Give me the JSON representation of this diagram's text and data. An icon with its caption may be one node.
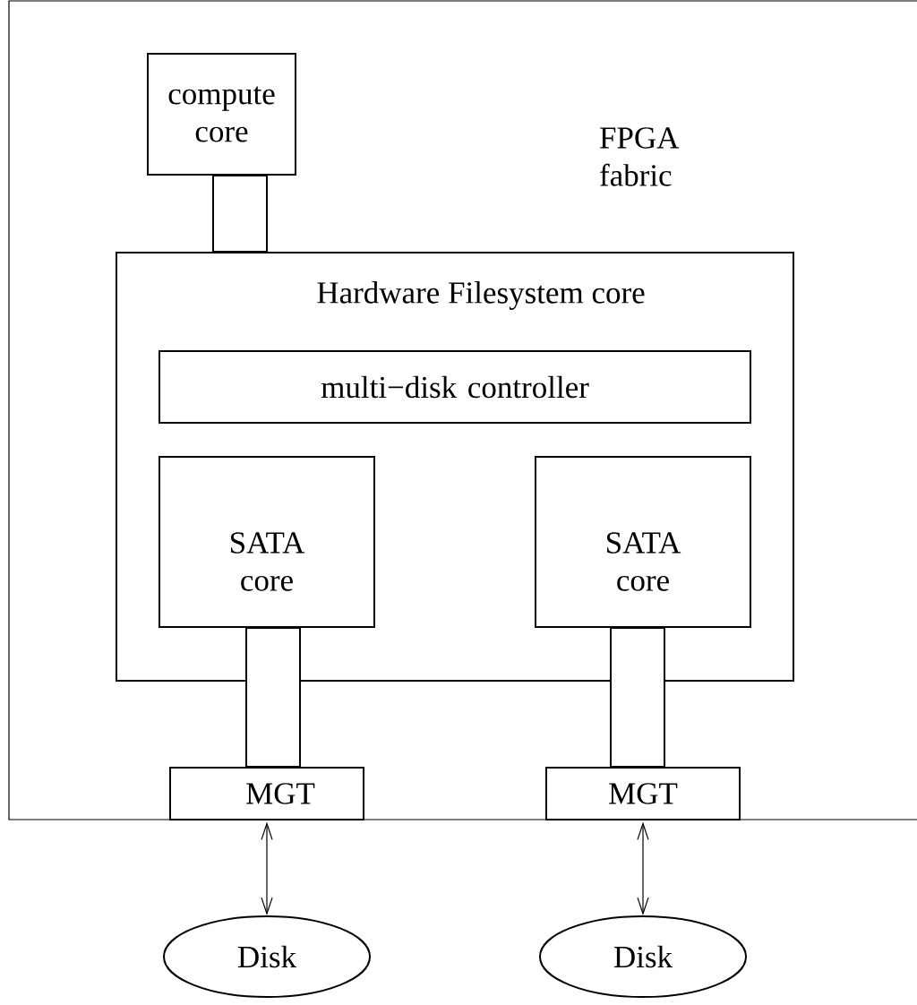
{
  "diagram": {
    "nodes": [
      {
        "text": [
          "FPGA fabric"
        ]
      },
      {
        "text": [
          "compute core"
        ],
        "in": 0
      },
      {
        "text": [
          "Hardware Filesystem core"
        ],
        "in": 0
      },
      {
        "text": [
          "multi−disk controller"
        ],
        "in": 2
      },
      {
        "text": [
          "SATA core"
        ],
        "in": 2
      },
      {
        "text": [
          "SATA core"
        ],
        "in": 2
      },
      {
        "text": [
          "MGT"
        ],
        "in": 0
      },
      {
        "text": [
          "MGT"
        ],
        "in": 0
      },
      {
        "text": [
          "Disk"
        ]
      },
      {
        "text": [
          "Disk"
        ]
      }
    ],
    "edges": [
      {
        "from": 1,
        "to": 2,
        "arrow": "none"
      },
      {
        "from": 4,
        "to": 6,
        "arrow": "none"
      },
      {
        "from": 5,
        "to": 7,
        "arrow": "none"
      },
      {
        "from": 6,
        "to": 8,
        "arrow": "both"
      },
      {
        "from": 7,
        "to": 9,
        "arrow": "both"
      }
    ]
  }
}
